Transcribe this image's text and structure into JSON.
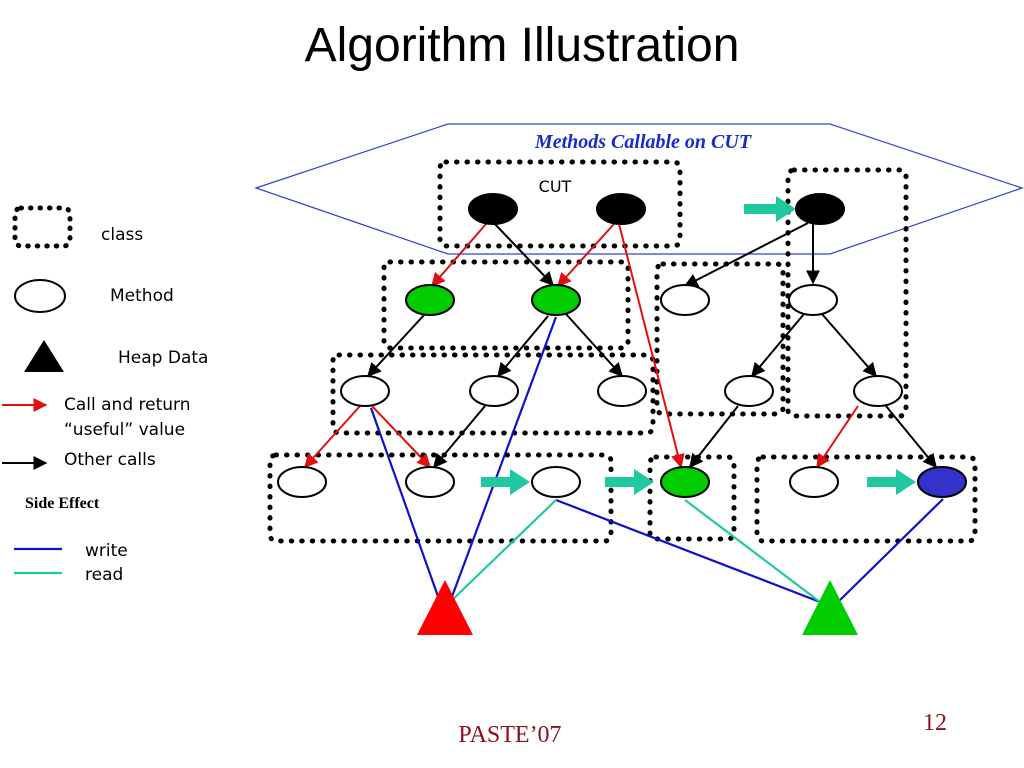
{
  "slide": {
    "title": "Algorithm Illustration",
    "footer": "PASTE’07",
    "page_number": "12"
  },
  "diagram": {
    "banner_label": "Methods Callable on CUT",
    "cut_label": "CUT"
  },
  "legend": {
    "class": "class",
    "method": "Method",
    "heap_data": "Heap Data",
    "call_return_line1": "Call and return",
    "call_return_line2": "“useful” value",
    "other_calls": "Other calls",
    "side_effect": "Side Effect",
    "write": "write",
    "read": "read"
  },
  "colors": {
    "useful_call": "#e01010",
    "other_call": "#000000",
    "write": "#1010c8",
    "read": "#20c8a0",
    "entry_arrow": "#20c8a0",
    "green_method": "#00cc00",
    "blue_method": "#3333cc",
    "red_heap": "#ff0000",
    "green_heap": "#00cc00",
    "banner_outline": "#3344cc"
  }
}
